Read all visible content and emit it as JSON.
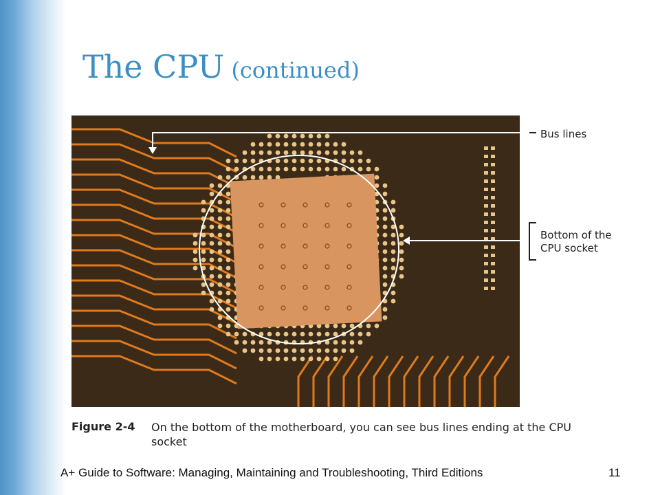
{
  "slide": {
    "title_main": "The CPU",
    "title_sub": "(continued)",
    "footer": "A+ Guide to Software: Managing, Maintaining and Troubleshooting, Third Editions",
    "page_number": "11"
  },
  "figure": {
    "callout_bus_lines": "Bus lines",
    "callout_socket_line1": "Bottom of the",
    "callout_socket_line2": "CPU socket",
    "caption_number": "Figure 2-4",
    "caption_text": "On the bottom of the motherboard, you can see bus lines ending at the CPU socket"
  },
  "colors": {
    "title": "#3b8fc4",
    "board_dark": "#3a2a17",
    "trace": "#e07a1e",
    "pad": "#e8c58a",
    "chip": "#d8955f"
  }
}
